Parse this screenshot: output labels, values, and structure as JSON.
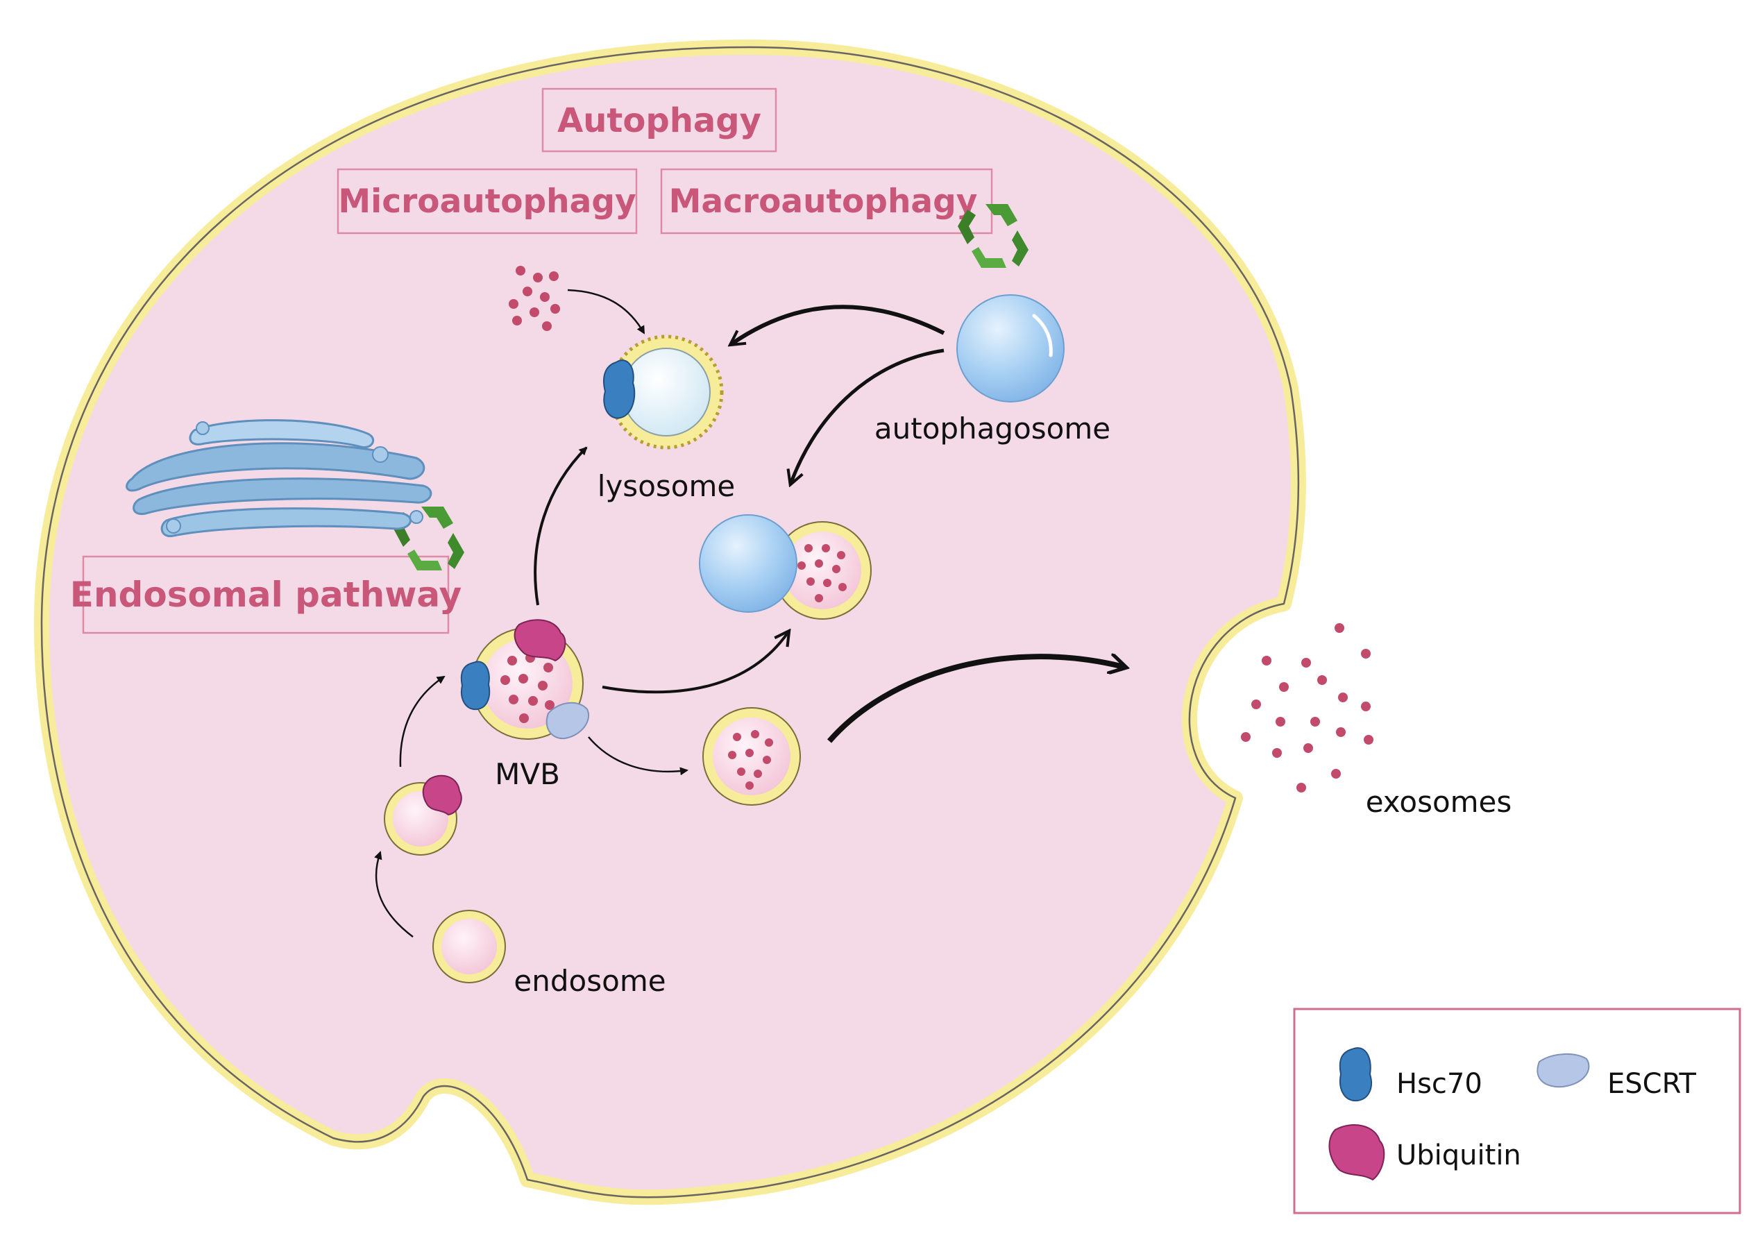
{
  "labels": {
    "autophagy": "Autophagy",
    "microautophagy": "Microautophagy",
    "macroautophagy": "Macroautophagy",
    "endosomal_pathway": "Endosomal pathway",
    "lysosome": "lysosome",
    "autophagosome": "autophagosome",
    "mvb": "MVB",
    "endosome": "endosome",
    "exosomes": "exosomes"
  },
  "legend": {
    "hsc70": "Hsc70",
    "escrt": "ESCRT",
    "ubiquitin": "Ubiquitin"
  },
  "colors": {
    "cytoplasm": "#f4dae6",
    "membrane": "#f6ec9a",
    "membrane_edge": "#6b6560",
    "title_text": "#c9577a",
    "title_border": "#dd8aa6",
    "cargo_dots": "#c24a6b",
    "vesicle_fill": "#f8d7e3",
    "autophagosome": "#9cc8f0",
    "hsc70": "#3a7fc0",
    "escrt": "#b6c6e6",
    "ubiquitin": "#c8458a",
    "recycle": "#4a9a35",
    "golgi": "#8db8dd"
  },
  "icons": [
    "recycle-icon",
    "golgi-apparatus-icon",
    "hsc70-icon",
    "escrt-icon",
    "ubiquitin-icon"
  ]
}
